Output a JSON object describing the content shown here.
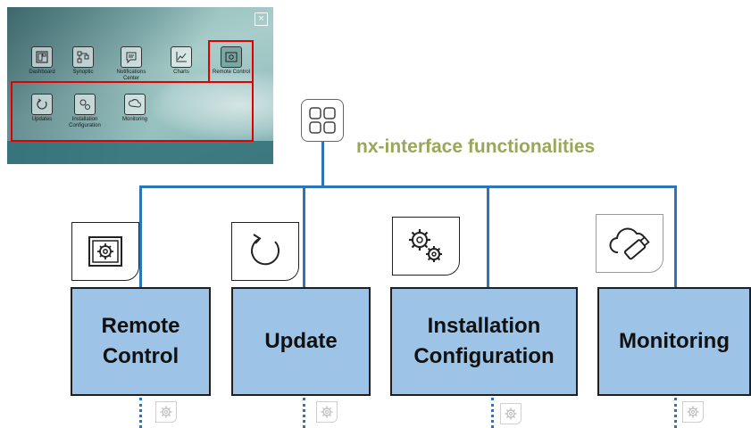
{
  "menu": {
    "close_glyph": "×",
    "items": [
      {
        "label": "Dashboard",
        "icon": "dashboard-icon"
      },
      {
        "label": "Synoptic",
        "icon": "synoptic-icon"
      },
      {
        "label": "Notifications Center",
        "icon": "notifications-icon"
      },
      {
        "label": "Charts",
        "icon": "charts-icon"
      },
      {
        "label": "Remote Control",
        "icon": "remote-control-icon"
      },
      {
        "label": "Updates",
        "icon": "updates-icon"
      },
      {
        "label": "Installation Configuration",
        "icon": "installation-configuration-icon"
      },
      {
        "label": "Monitoring",
        "icon": "monitoring-icon"
      }
    ]
  },
  "diagram": {
    "title": "nx-interface functionalities",
    "hub_icon": "grid-icon",
    "functions": [
      {
        "label_line1": "Remote",
        "label_line2": "Control",
        "icon": "remote-control-icon"
      },
      {
        "label_line1": "Update",
        "label_line2": "",
        "icon": "update-icon"
      },
      {
        "label_line1": "Installation",
        "label_line2": "Configuration",
        "icon": "installation-configuration-icon"
      },
      {
        "label_line1": "Monitoring",
        "label_line2": "",
        "icon": "monitoring-icon"
      }
    ],
    "sub_icon": "gear-icon"
  },
  "colors": {
    "box_fill": "#9dc3e6",
    "connector": "#2e75b6",
    "title": "#9aa65a",
    "highlight": "#e00000"
  }
}
